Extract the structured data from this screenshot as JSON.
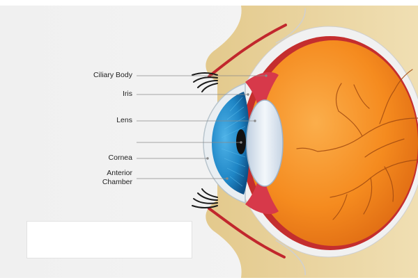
{
  "labels": {
    "ciliary_body": "Ciliary Body",
    "iris": "Iris",
    "lens": "Lens",
    "cornea": "Cornea",
    "anterior_chamber_line1": "Anterior",
    "anterior_chamber_line2": "Chamber"
  },
  "colors": {
    "background": "#f0f0f0",
    "skin": "#edd9a8",
    "sclera": "#f1f1f1",
    "eyeball": "#f0891f",
    "iris": "#1f86c6",
    "lens": "#dfe9f3",
    "vessel": "#a24a10",
    "leader_line": "#8a8a8a"
  }
}
